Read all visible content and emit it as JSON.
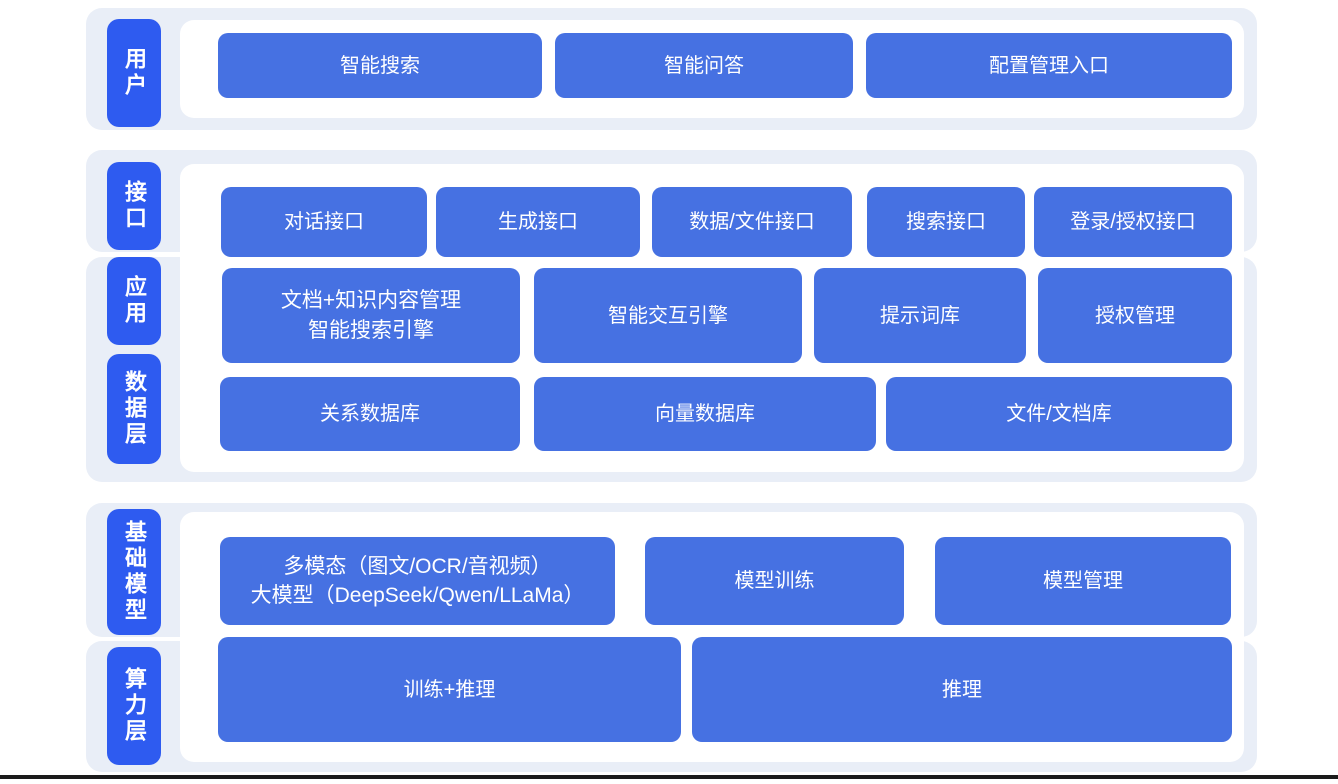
{
  "colors": {
    "label_blue": "#2e5bf0",
    "node_blue": "#4671e2",
    "card_bg": "#e9eef7",
    "text_white": "#ffffff",
    "bottom_bar": "#1b1b1b"
  },
  "layers": {
    "user": {
      "label": "用户",
      "nodes": {
        "smart_search": "智能搜索",
        "smart_qa": "智能问答",
        "config_entry": "配置管理入口"
      }
    },
    "interface": {
      "label": "接口",
      "nodes": {
        "dialog_api": "对话接口",
        "generate_api": "生成接口",
        "data_file_api": "数据/文件接口",
        "search_api": "搜索接口",
        "login_auth_api": "登录/授权接口"
      }
    },
    "application": {
      "label": "应用",
      "nodes": {
        "doc_knowledge_line1": "文档+知识内容管理",
        "doc_knowledge_line2": "智能搜索引擎",
        "interaction_engine": "智能交互引擎",
        "prompt_library": "提示词库",
        "auth_management": "授权管理"
      }
    },
    "data": {
      "label": "数据层",
      "nodes": {
        "relational_db": "关系数据库",
        "vector_db": "向量数据库",
        "file_doc_store": "文件/文档库"
      }
    },
    "foundation": {
      "label": "基础模型",
      "nodes": {
        "multimodal_line1": "多模态（图文/OCR/音视频）",
        "multimodal_line2": "大模型（DeepSeek/Qwen/LLaMa）",
        "model_training": "模型训练",
        "model_management": "模型管理"
      }
    },
    "compute": {
      "label": "算力层",
      "nodes": {
        "train_infer": "训练+推理",
        "infer": "推理"
      }
    }
  }
}
